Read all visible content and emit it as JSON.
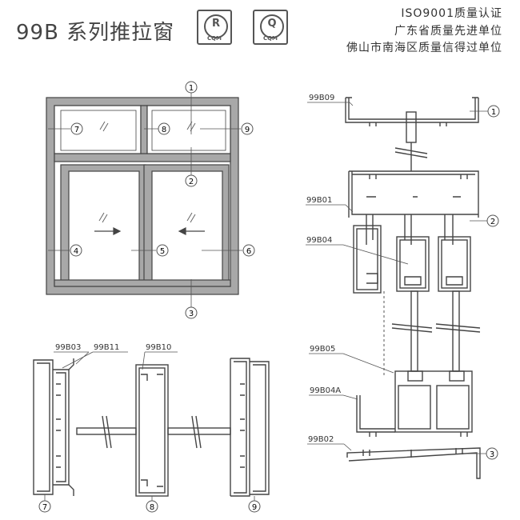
{
  "title": "99B 系列推拉窗",
  "badges": [
    {
      "glyph": "R",
      "text": "CQM"
    },
    {
      "glyph": "Q",
      "text": "CQM"
    }
  ],
  "certifications": [
    "ISO9001质量认证",
    "广东省质量先进单位",
    "佛山市南海区质量信得过单位"
  ],
  "callouts": [
    "1",
    "2",
    "3",
    "4",
    "5",
    "6",
    "7",
    "8",
    "9"
  ],
  "profiles": {
    "p99B09": "99B09",
    "p99B01": "99B01",
    "p99B04": "99B04",
    "p99B05": "99B05",
    "p99B04A": "99B04A",
    "p99B02": "99B02",
    "p99B03": "99B03",
    "p99B11": "99B11",
    "p99B10": "99B10"
  },
  "colors": {
    "line": "#444444",
    "frame": "#9a9a9a",
    "glass": "#ffffff"
  },
  "icons": {
    "glass": "glass-hatch-icon",
    "arrow": "sliding-arrow-icon"
  }
}
